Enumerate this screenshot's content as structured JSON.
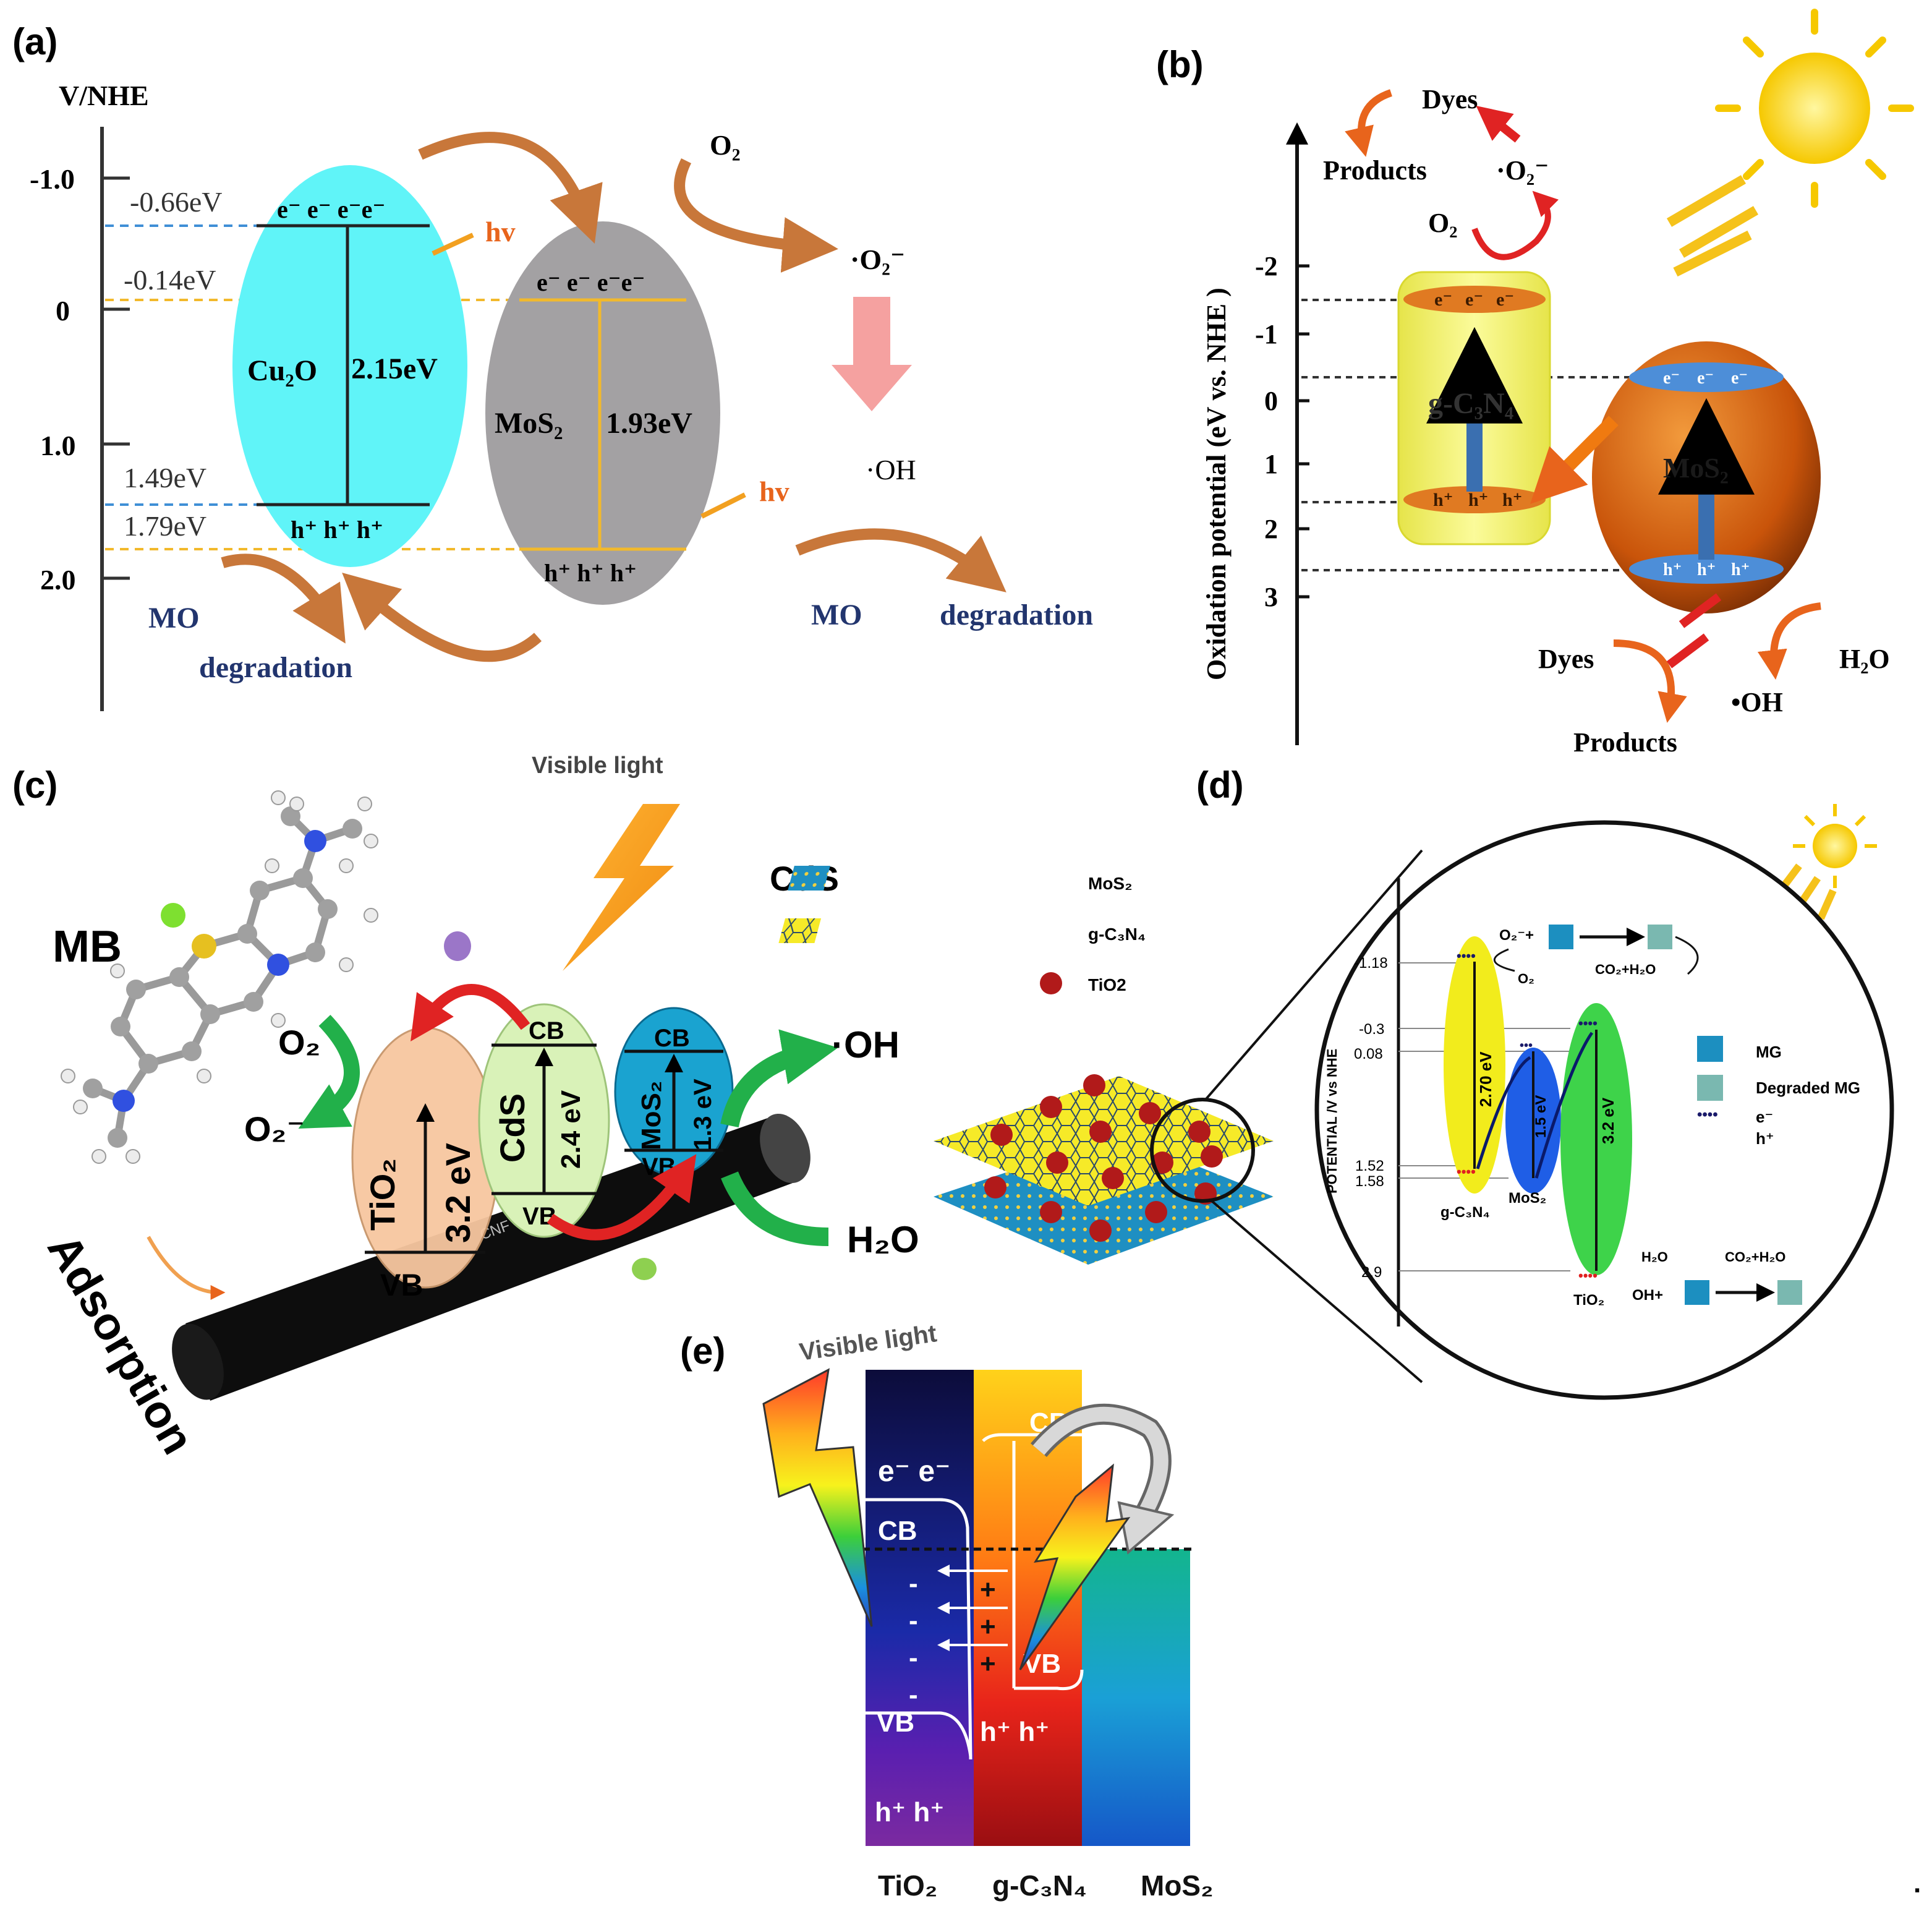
{
  "colors": {
    "cu2o": "#60f4f8",
    "mos2_gray": "#a3a1a3",
    "dash_blue": "#3f8fd6",
    "dash_orange": "#f2b92c",
    "copper_arrow": "#c8773a",
    "hv_text": "#e8641c",
    "navy_text": "#22356e",
    "g_c3n4_yellow": "#f4f37a",
    "mos2_orange_sphere": "#d9610d",
    "tio2_peach": "#f7c7a0",
    "cds_green": "#d9f2b8",
    "mos2_teal": "#1aa3d0",
    "green_arrow": "#22b04a",
    "red_arrow": "#e02323",
    "d_yellow": "#f2ec1c",
    "d_blue": "#1f5ee6",
    "d_green": "#3ed34a"
  },
  "panel_a": {
    "label": "(a)",
    "axis_title": "V/NHE",
    "ticks": [
      "-1.0",
      "0",
      "1.0",
      "2.0"
    ],
    "levels": [
      "-0.66eV",
      "-0.14eV",
      "1.49eV",
      "1.79eV"
    ],
    "cu2o_label": "Cu₂O",
    "cu2o_gap": "2.15eV",
    "cu2o_cb": "e⁻ e⁻ e⁻e⁻",
    "cu2o_vb": "h⁺ h⁺ h⁺",
    "mos2_label": "MoS₂",
    "mos2_gap": "1.93eV",
    "mos2_cb": "e⁻ e⁻ e⁻e⁻",
    "mos2_vb": "h⁺ h⁺ h⁺",
    "hv": "hv",
    "o2": "O₂",
    "superoxide": "·O₂⁻",
    "oh": "·OH",
    "mo": "MO",
    "degradation": "degradation"
  },
  "panel_b": {
    "label": "(b)",
    "axis_title": "Oxidation potential (eV vs. NHE )",
    "ticks": [
      "-2",
      "-1",
      "0",
      "1",
      "2",
      "3"
    ],
    "dyes": "Dyes",
    "products": "Products",
    "superoxide": "·O₂⁻",
    "o2": "O₂",
    "g_c3n4": "g-C₃N₄",
    "mos2": "MoS₂",
    "electron": "e⁻",
    "hole": "h⁺",
    "h2o": "H₂O",
    "oh": "•OH"
  },
  "panel_c": {
    "label": "(c)",
    "visible_light": "Visible light",
    "cds_title": "CdS",
    "mb": "MB",
    "o2": "O₂",
    "o2_minus": "O₂⁻",
    "oh": "·OH",
    "h2o": "H₂O",
    "adsorption": "Adsorption",
    "cnf": "CNF",
    "tio2": "TiO₂",
    "tio2_gap": "3.2 eV",
    "cds": "CdS",
    "cds_gap": "2.4 eV",
    "mos2": "MoS₂",
    "mos2_gap": "1.3 eV",
    "cb": "CB",
    "vb": "VB"
  },
  "panel_d": {
    "label": "(d)",
    "legend_mos2": "MoS₂",
    "legend_gc3n4": "g-C₃N₄",
    "legend_tio2": "TiO2",
    "axis_title": "POTENTIAL /V  vs NHE",
    "ticks": [
      "-1.18",
      "-0.3",
      "0.08",
      "1.52",
      "1.58",
      "2.9"
    ],
    "gap_gc3n4": "2.70 eV",
    "gap_mos2": "1.5 eV",
    "gap_tio2": "3.2 eV",
    "name_gc3n4": "g-C₃N₄",
    "name_mos2": "MoS₂",
    "name_tio2": "TiO₂",
    "o2_rad": "O₂⁻+",
    "o2": "O₂",
    "co2_h2o": "CO₂+H₂O",
    "h2o": "H₂O",
    "oh_plus": "OH+",
    "mg": "MG",
    "degraded_mg": "Degraded MG",
    "e_minus": "e⁻",
    "h_plus": "h⁺"
  },
  "panel_e": {
    "label": "(e)",
    "visible_light": "Visible light",
    "tio2": "TiO₂",
    "g_c3n4": "g-C₃N₄",
    "mos2": "MoS₂",
    "cb": "CB",
    "vb": "VB",
    "electrons": "e⁻  e⁻",
    "holes": "h⁺  h⁺"
  },
  "trailing": "."
}
